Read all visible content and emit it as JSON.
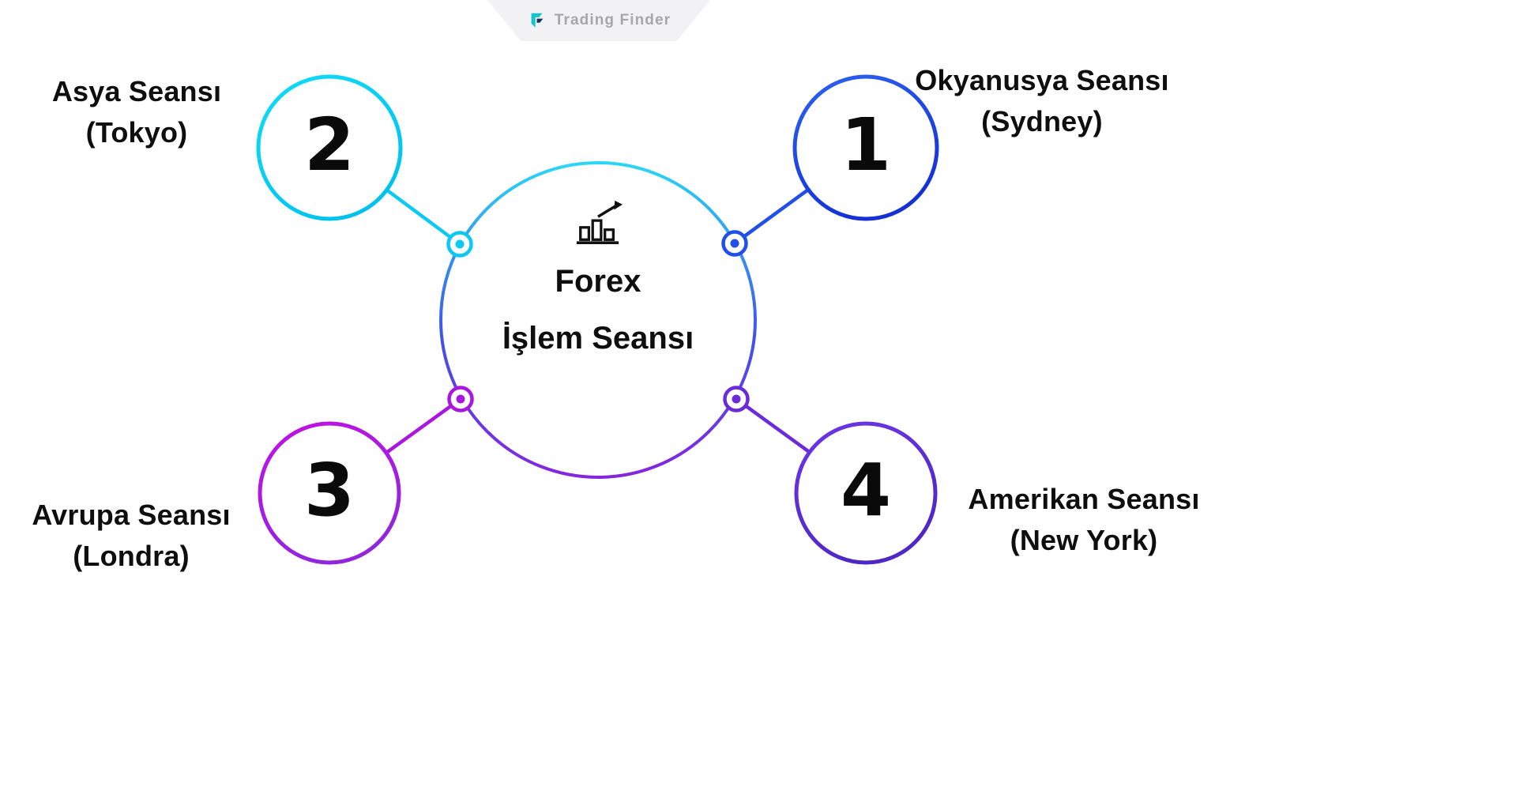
{
  "header": {
    "brand": "Trading Finder"
  },
  "center": {
    "line1": "Forex",
    "line2": "İşlem Seansı",
    "icon": "bar-chart-up-trend-icon"
  },
  "sessions": [
    {
      "number": "1",
      "title": "Okyanusya Seansı",
      "subtitle": "(Sydney)",
      "color": "#1c45e8"
    },
    {
      "number": "2",
      "title": "Asya Seansı",
      "subtitle": "(Tokyo)",
      "color": "#00d3f5"
    },
    {
      "number": "3",
      "title": "Avrupa Seansı",
      "subtitle": "(Londra)",
      "color": "#a916dd"
    },
    {
      "number": "4",
      "title": "Amerikan Seansı",
      "subtitle": "(New York)",
      "color": "#6130d8"
    }
  ],
  "colors": {
    "cyan": "#00d3f5",
    "blue": "#1c45e8",
    "magenta": "#a916dd",
    "purple": "#6130d8",
    "center_gradient_top": "#2bd7f5",
    "center_gradient_bottom": "#8526de",
    "logo_teal": "#16c3cb",
    "brand_gray": "#a6a6ab",
    "text": "#0e0e0e"
  }
}
